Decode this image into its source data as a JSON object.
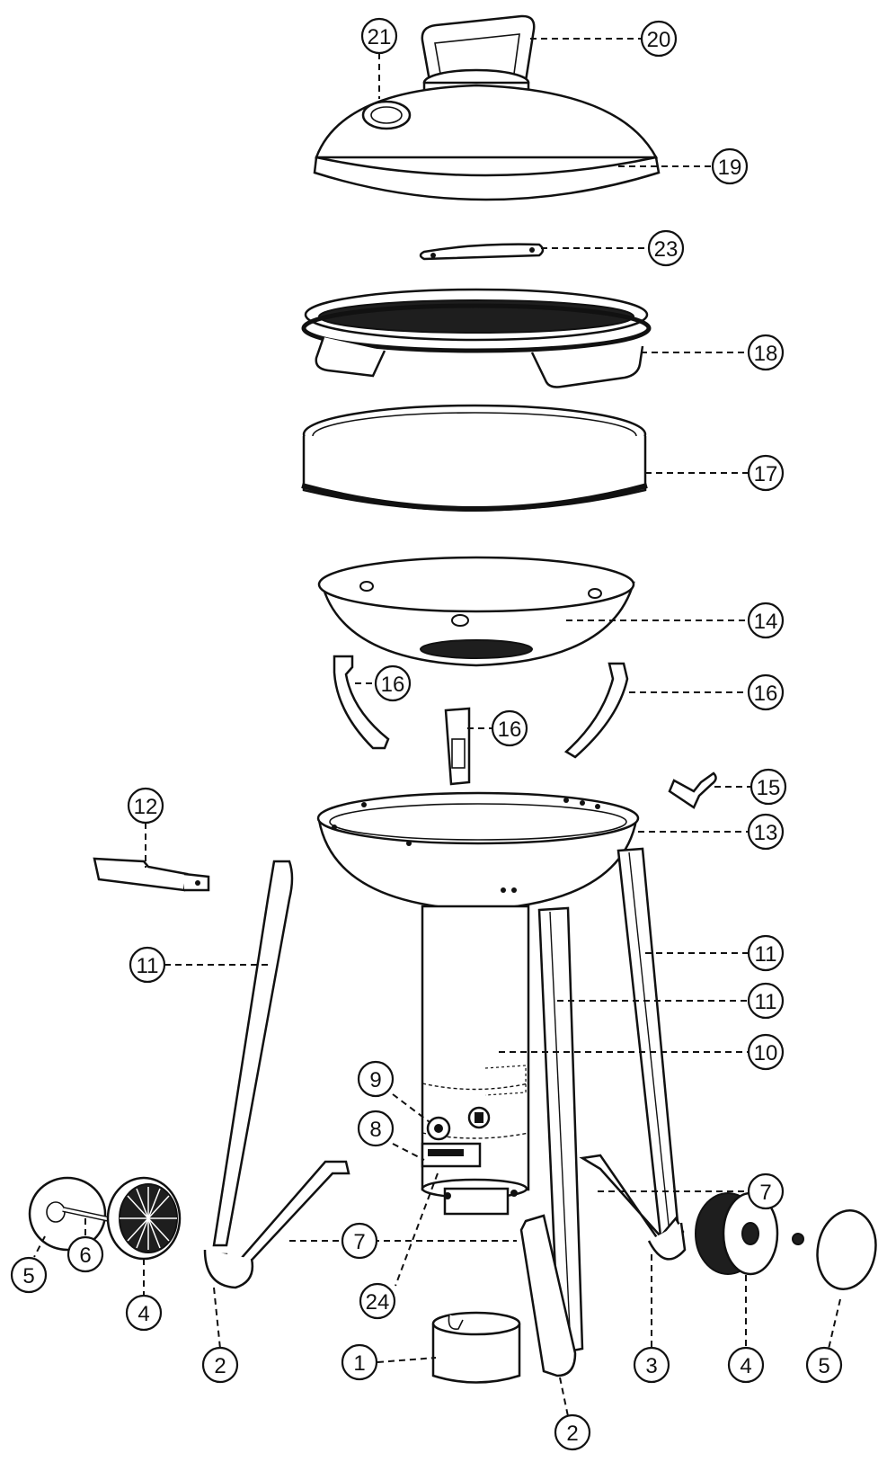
{
  "diagram": {
    "callouts": [
      {
        "id": "c21",
        "label": "21"
      },
      {
        "id": "c20",
        "label": "20"
      },
      {
        "id": "c19",
        "label": "19"
      },
      {
        "id": "c23",
        "label": "23"
      },
      {
        "id": "c18",
        "label": "18"
      },
      {
        "id": "c17",
        "label": "17"
      },
      {
        "id": "c14",
        "label": "14"
      },
      {
        "id": "c16a",
        "label": "16"
      },
      {
        "id": "c16b",
        "label": "16"
      },
      {
        "id": "c16c",
        "label": "16"
      },
      {
        "id": "c15",
        "label": "15"
      },
      {
        "id": "c12",
        "label": "12"
      },
      {
        "id": "c13",
        "label": "13"
      },
      {
        "id": "c11a",
        "label": "11"
      },
      {
        "id": "c11b",
        "label": "11"
      },
      {
        "id": "c11c",
        "label": "11"
      },
      {
        "id": "c10",
        "label": "10"
      },
      {
        "id": "c9",
        "label": "9"
      },
      {
        "id": "c8",
        "label": "8"
      },
      {
        "id": "c7a",
        "label": "7"
      },
      {
        "id": "c7b",
        "label": "7"
      },
      {
        "id": "c6",
        "label": "6"
      },
      {
        "id": "c5a",
        "label": "5"
      },
      {
        "id": "c5b",
        "label": "5"
      },
      {
        "id": "c4a",
        "label": "4"
      },
      {
        "id": "c4b",
        "label": "4"
      },
      {
        "id": "c24",
        "label": "24"
      },
      {
        "id": "c2a",
        "label": "2"
      },
      {
        "id": "c2b",
        "label": "2"
      },
      {
        "id": "c1",
        "label": "1"
      },
      {
        "id": "c3",
        "label": "3"
      }
    ]
  }
}
